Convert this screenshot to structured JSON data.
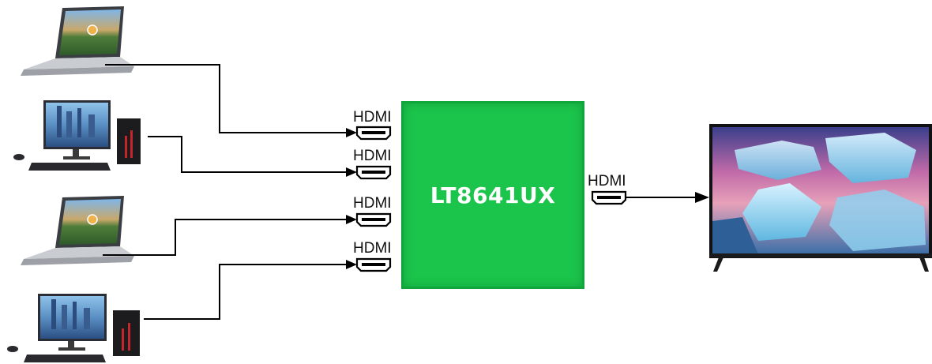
{
  "chip": {
    "label": "LT8641UX"
  },
  "inputs": [
    {
      "label": "HDMI",
      "device": "laptop"
    },
    {
      "label": "HDMI",
      "device": "desktop-pc"
    },
    {
      "label": "HDMI",
      "device": "laptop"
    },
    {
      "label": "HDMI",
      "device": "desktop-pc"
    }
  ],
  "output": {
    "label": "HDMI",
    "device": "television"
  },
  "colors": {
    "chip": "#1bc44b",
    "chip_text": "#ffffff",
    "lines": "#000000"
  }
}
